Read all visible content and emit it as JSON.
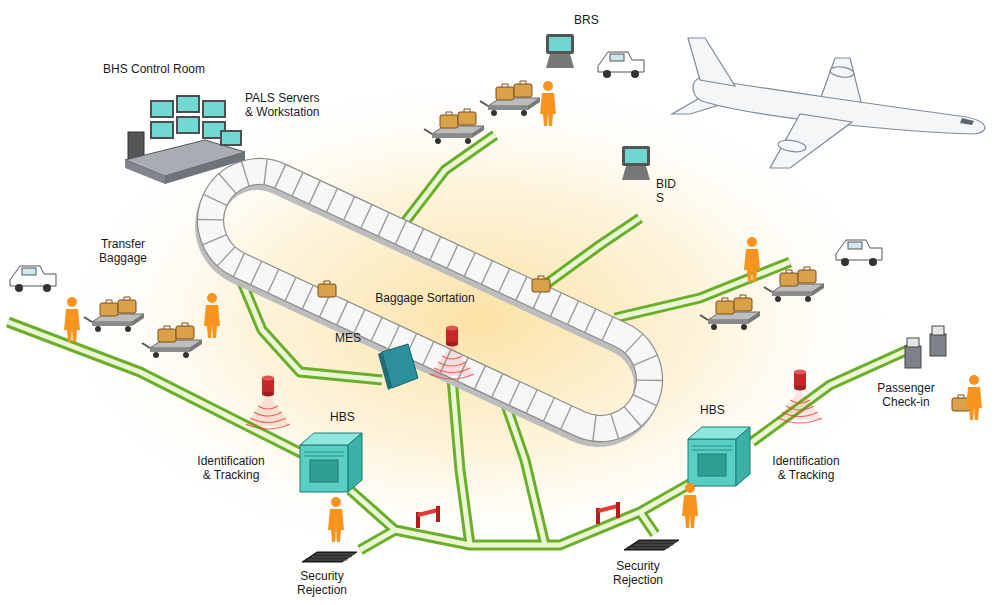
{
  "diagram": {
    "labels": [
      "BHS Control Room",
      "PALS Servers & Workstation",
      "BRS",
      "BID S",
      "Transfer Baggage",
      "Baggage Sortation",
      "MES",
      "HBS",
      "Identification & Tracking",
      "HBS",
      "Identification & Tracking",
      "Passenger Check-in",
      "Security Rejection",
      "Security Rejection"
    ]
  }
}
